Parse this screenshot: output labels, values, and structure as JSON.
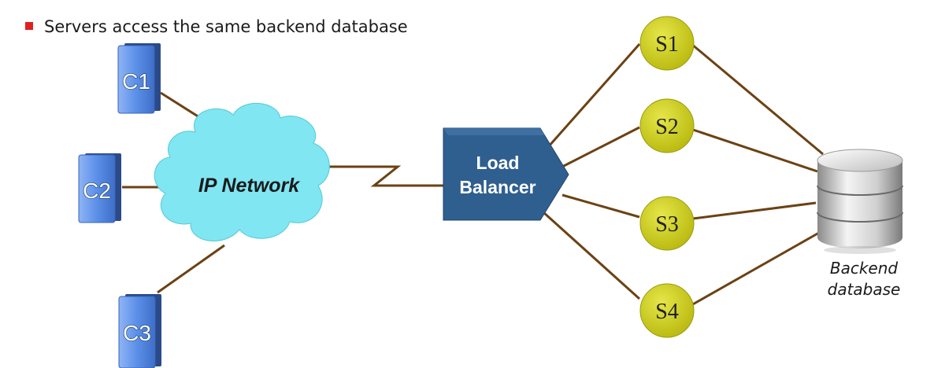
{
  "bullets": [
    "Servers access the same backend database"
  ],
  "colors": {
    "bullet": "#e02020",
    "client": "#5b8fe8",
    "cloud": "#7fe6f2",
    "load_balancer": "#2f5f8f",
    "server": "#cccc1a",
    "link": "#6b4213"
  },
  "clients": [
    {
      "id": "c1",
      "label": "C1"
    },
    {
      "id": "c2",
      "label": "C2"
    },
    {
      "id": "c3",
      "label": "C3"
    }
  ],
  "network": {
    "label": "IP Network"
  },
  "load_balancer": {
    "line1": "Load",
    "line2": "Balancer"
  },
  "servers": [
    {
      "id": "s1",
      "label": "S1"
    },
    {
      "id": "s2",
      "label": "S2"
    },
    {
      "id": "s3",
      "label": "S3"
    },
    {
      "id": "s4",
      "label": "S4"
    }
  ],
  "database": {
    "line1": "Backend",
    "line2": "database",
    "icon": "database-cylinder-icon"
  }
}
